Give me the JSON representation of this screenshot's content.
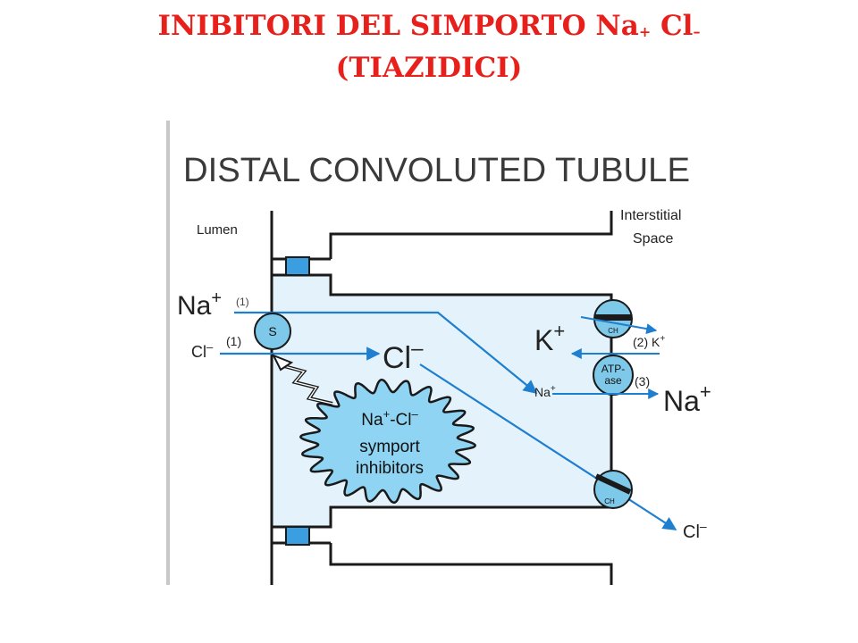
{
  "title": {
    "line1_text": "INIBITORI DEL SIMPORTO Na",
    "line1_sup1": "+",
    "line1_mid": " Cl",
    "line1_sup2": "–",
    "line2": "(TIAZIDICI)"
  },
  "diagram": {
    "heading": "DISTAL CONVOLUTED TUBULE",
    "lumen_label": "Lumen",
    "interstitial_label_1": "Interstitial",
    "interstitial_label_2": "Space",
    "na_left": "Na",
    "na_left_sup": "+",
    "na_left_ref": "(1)",
    "cl_left": "Cl",
    "cl_left_sup": "–",
    "cl_left_ref": "(1)",
    "symporter_label": "S",
    "cl_cell": "Cl",
    "cl_cell_sup": "–",
    "k_big": "K",
    "k_big_sup": "+",
    "ch_label_top": "CH",
    "k_right_ref": "(2) K",
    "k_right_sup": "+",
    "atpase_label_1": "ATP-",
    "atpase_label_2": "ase",
    "atpase_ref": "(3)",
    "na_cell_small": "Na",
    "na_cell_small_sup": "+",
    "na_right": "Na",
    "na_right_sup": "+",
    "inhibitor_label_1": "Na",
    "inhibitor_label_1_sup": "+",
    "inhibitor_label_1_rest": "-Cl",
    "inhibitor_label_1_sup2": "–",
    "inhibitor_label_2": "symport",
    "inhibitor_label_3": "inhibitors",
    "ch_label_bottom": "CH",
    "cl_right": "Cl",
    "cl_right_sup": "–"
  },
  "colors": {
    "title": "#e8201c",
    "arrow": "#1e7ed0",
    "cell_fill": "#e4f3fb",
    "channel_fill": "#7ec8ea",
    "junction_fill": "#3a9ee0",
    "inhibitor_fill": "#8fd4f2",
    "membrane": "#1a1a1a"
  }
}
